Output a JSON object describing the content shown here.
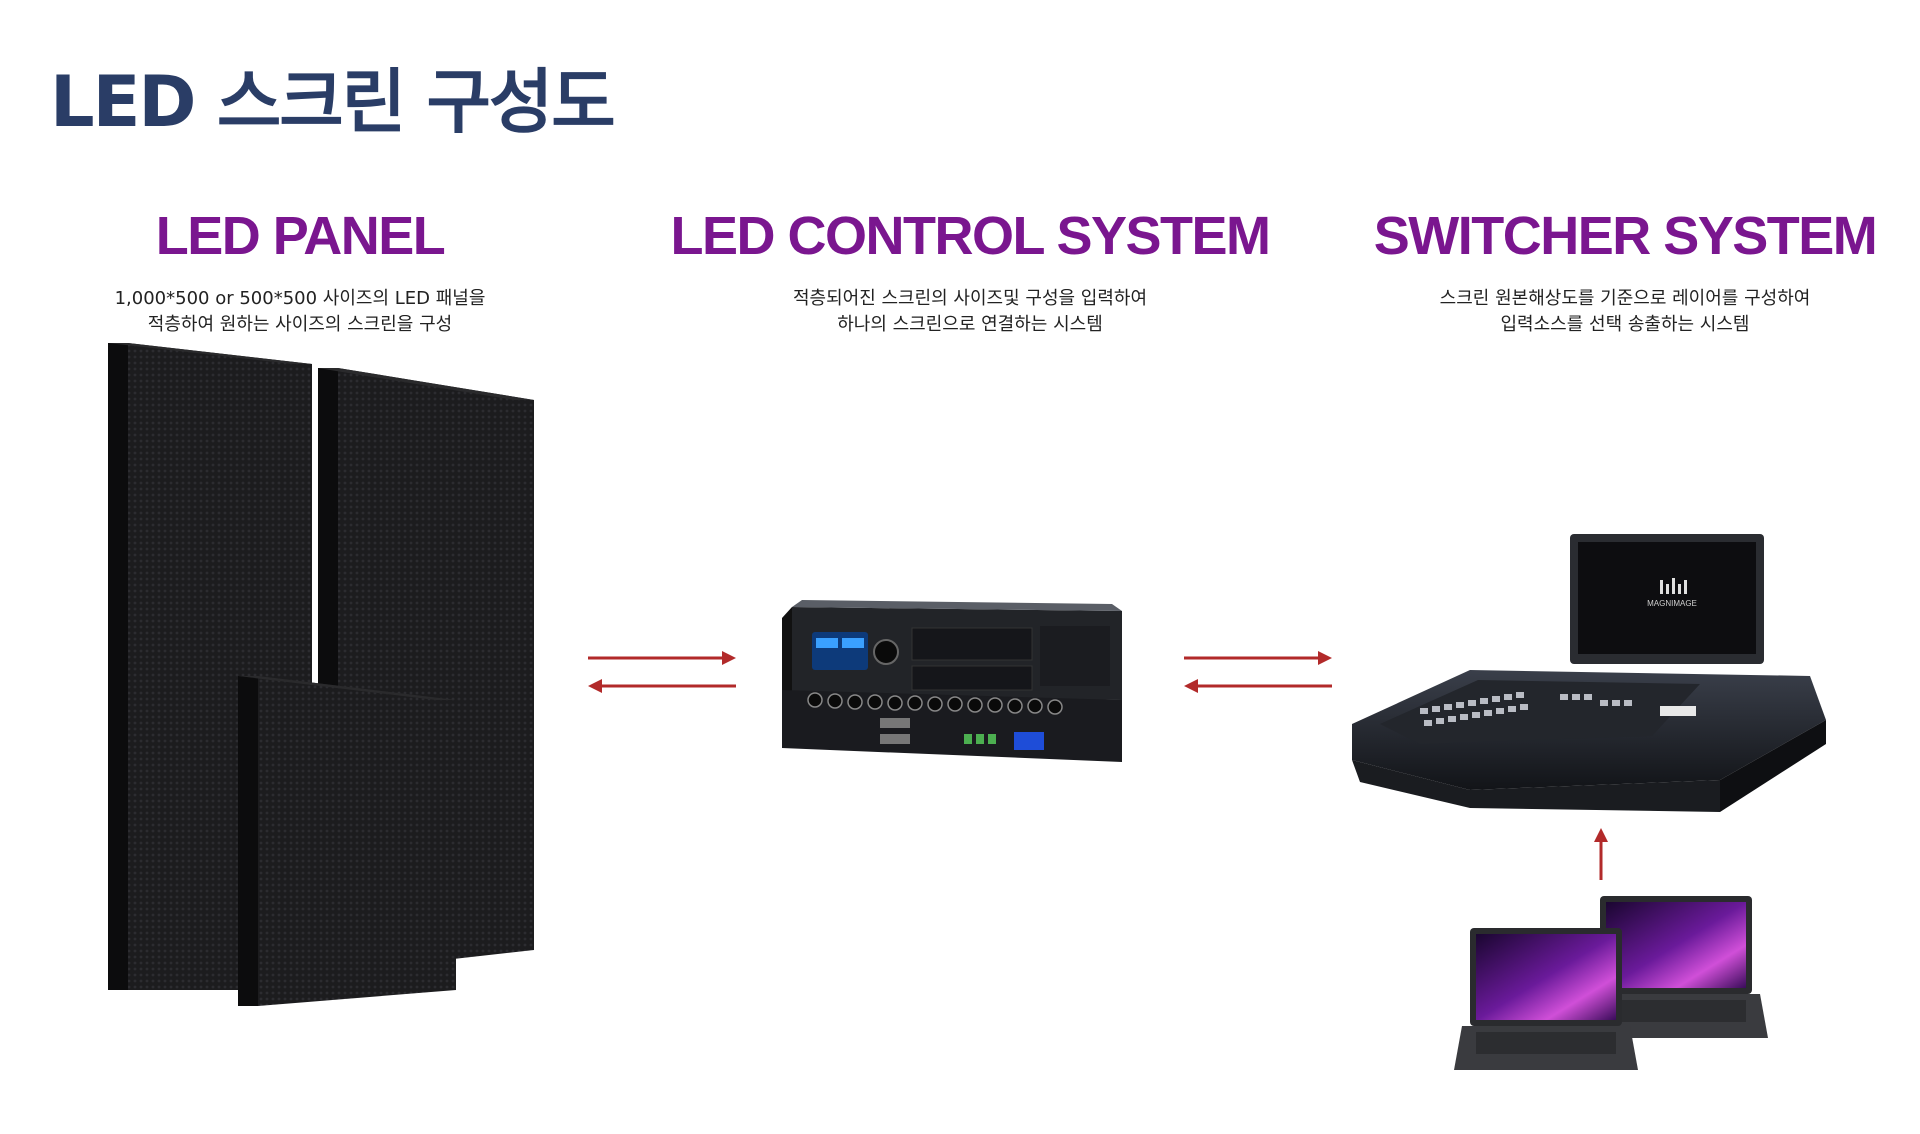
{
  "page": {
    "title": "LED 스크린 구성도"
  },
  "columns": [
    {
      "heading": "LED PANEL",
      "description": [
        "1,000*500 or 500*500 사이즈의 LED 패널을",
        "적층하여 원하는 사이즈의 스크린을 구성"
      ]
    },
    {
      "heading": "LED CONTROL SYSTEM",
      "description": [
        "적층되어진 스크린의 사이즈및 구성을 입력하여",
        "하나의 스크린으로 연결하는 시스템"
      ]
    },
    {
      "heading": "SWITCHER SYSTEM",
      "description": [
        "스크린 원본해상도를 기준으로 레이어를 구성하여",
        "입력소스를 선택 송출하는 시스템"
      ]
    }
  ],
  "colors": {
    "title": "#2a3d66",
    "heading": "#7a168f",
    "arrow": "#b22a2a",
    "panel": "#1b1b1d"
  },
  "illustrations": {
    "switcher_brand": "MAGNIMAGE",
    "led_panel_count": 3,
    "laptop_count": 2
  },
  "icons": [
    "led-panel-image",
    "control-unit-image",
    "switcher-console-image",
    "laptop-image",
    "arrow-right",
    "arrow-left",
    "arrow-up"
  ]
}
